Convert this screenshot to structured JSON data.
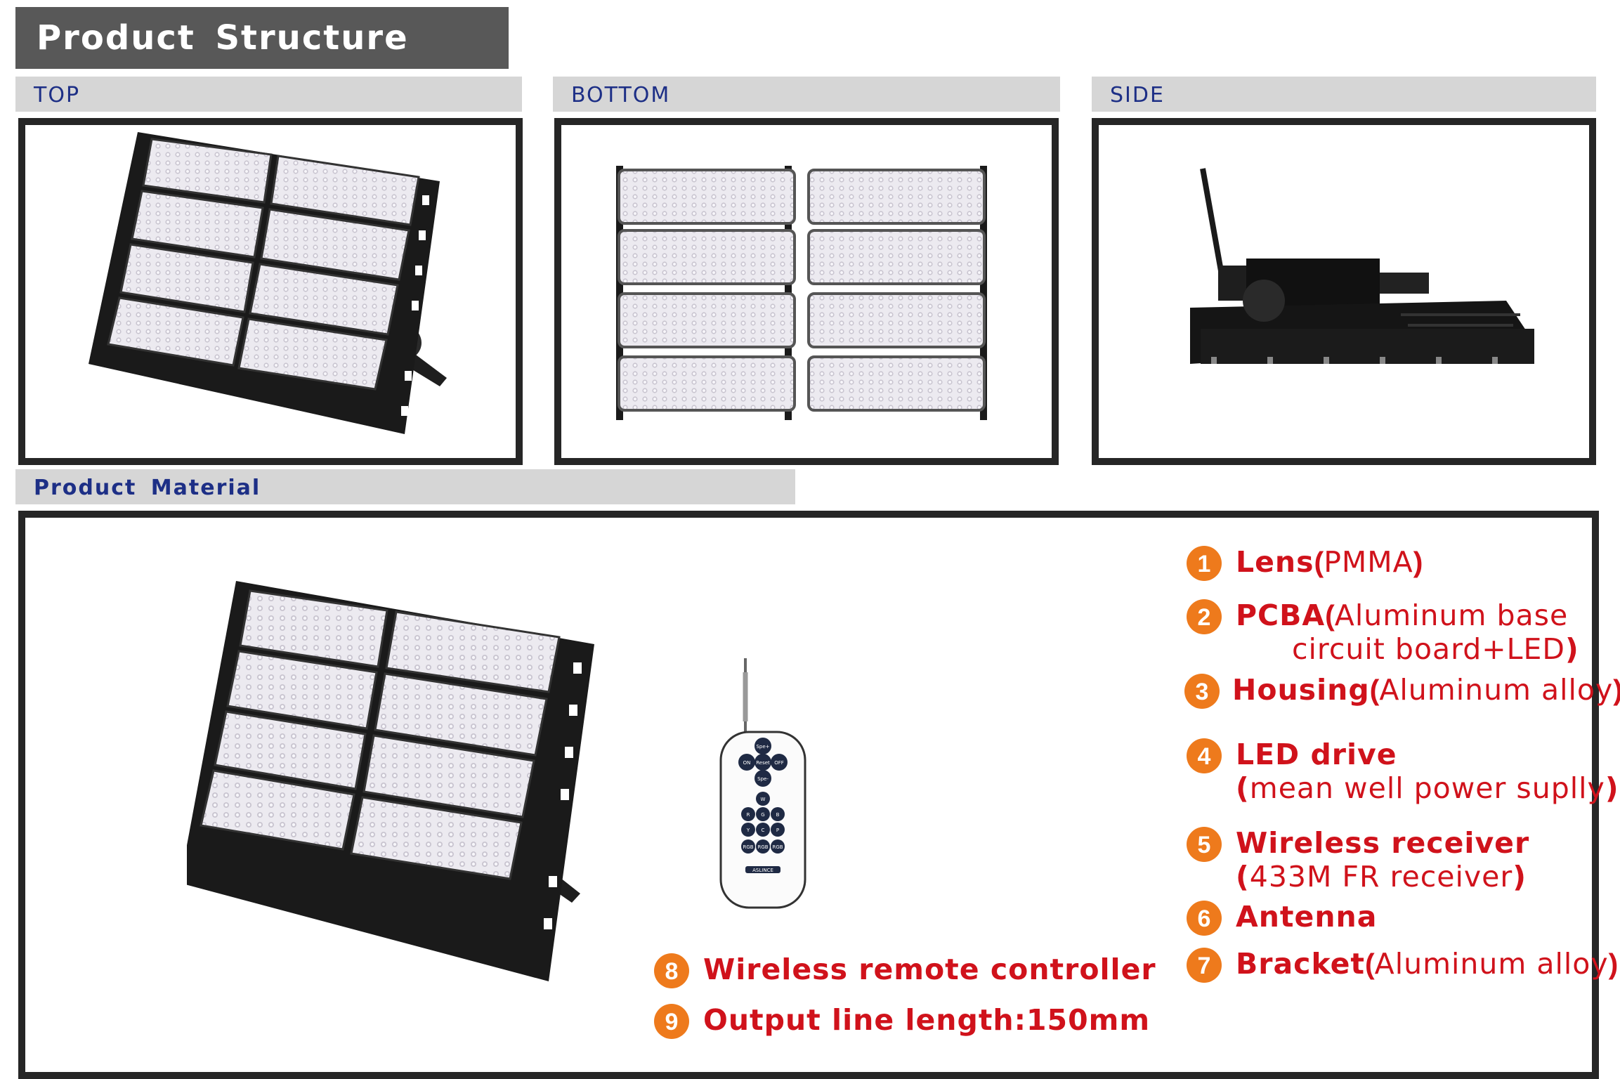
{
  "header": {
    "title": "Product  Structure"
  },
  "views": [
    {
      "label": "TOP"
    },
    {
      "label": "BOTTOM"
    },
    {
      "label": "SIDE"
    }
  ],
  "material": {
    "title": "Product  Material",
    "items": [
      {
        "num": "1",
        "name": "Lens",
        "spec": "PMMA"
      },
      {
        "num": "2",
        "name": "PCBA",
        "spec": "Aluminum base",
        "spec2": "circuit board+LED"
      },
      {
        "num": "3",
        "name": "Housing",
        "spec": "Aluminum alloy"
      },
      {
        "num": "4",
        "name": "LED drive",
        "spec2": "mean well power suplly"
      },
      {
        "num": "5",
        "name": "Wireless receiver",
        "spec2": "433M FR receiver"
      },
      {
        "num": "6",
        "name": "Antenna"
      },
      {
        "num": "7",
        "name": "Bracket",
        "spec": "Aluminum alloy"
      },
      {
        "num": "8",
        "name": "Wireless remote controller"
      },
      {
        "num": "9",
        "name": "Output line length:150mm"
      }
    ]
  },
  "remote": {
    "buttons": [
      "Spe+",
      "ON",
      "Reset",
      "OFF",
      "Spe-",
      "W",
      "R",
      "G",
      "B",
      "Y",
      "C",
      "P",
      "RGB",
      "RGB",
      "RGB"
    ],
    "brand": "ASLINCE"
  },
  "colors": {
    "accent_red": "#d0121b",
    "badge_orange": "#ee7a1c",
    "title_bar": "#585858",
    "tab_text": "#1d2f86"
  }
}
